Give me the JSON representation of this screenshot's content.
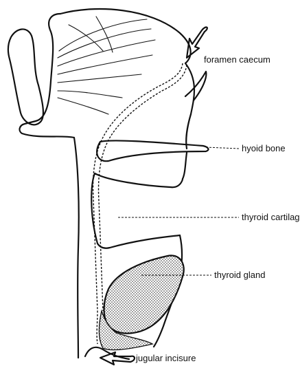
{
  "labels": {
    "foramen_caecum": "foramen caecum",
    "hyoid_bone": "hyoid bone",
    "thyroid_cartilage": "thyroid cartilage",
    "thyroid_gland": "thyroid gland",
    "jugular_incisure": "jugular incisure"
  },
  "colors": {
    "ink": "#111111",
    "background": "#ffffff"
  }
}
